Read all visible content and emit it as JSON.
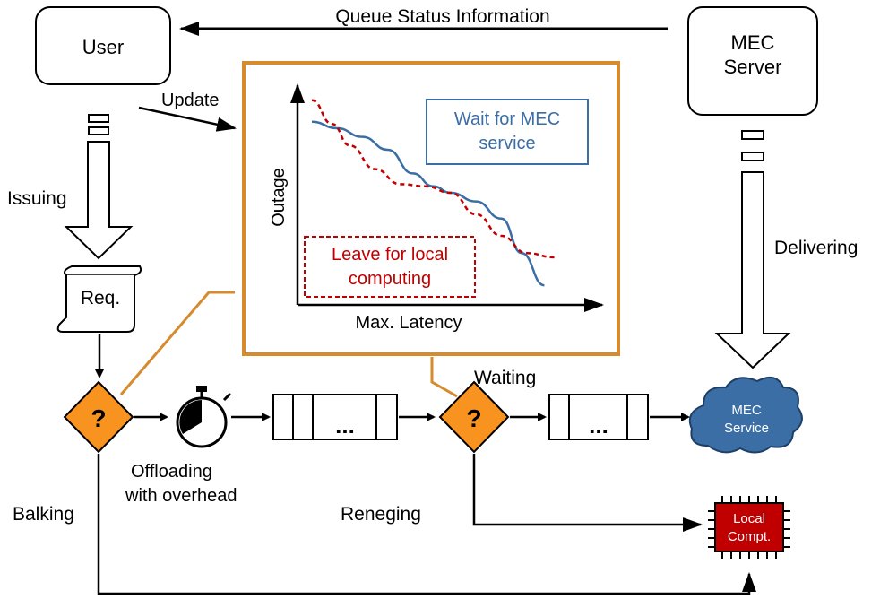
{
  "nodes": {
    "user": "User",
    "mec_server": [
      "MEC",
      "Server"
    ],
    "request": "Req.",
    "decision_mark": "?",
    "mec_service": [
      "MEC",
      "Service"
    ],
    "local_compute": [
      "Local",
      "Compt."
    ],
    "queue_dots": "..."
  },
  "labels": {
    "queue_status": "Queue Status Information",
    "update": "Update",
    "issuing": "Issuing",
    "delivering": "Delivering",
    "offloading": [
      "Offloading",
      "with overhead"
    ],
    "waiting": "Waiting",
    "balking": "Balking",
    "reneging": "Reneging"
  },
  "chart_data": {
    "type": "line",
    "title": "",
    "xlabel": "Max. Latency",
    "ylabel": "Outage",
    "xlim": [
      0,
      1
    ],
    "ylim": [
      0,
      1
    ],
    "grid": false,
    "series": [
      {
        "name": "Wait for MEC service",
        "name_lines": [
          "Wait for MEC",
          "service"
        ],
        "color": "#3a6ea5",
        "style": "solid",
        "x": [
          0.0,
          0.1,
          0.2,
          0.3,
          0.4,
          0.48,
          0.55,
          0.65,
          0.75,
          0.83,
          0.92
        ],
        "y": [
          0.83,
          0.8,
          0.76,
          0.7,
          0.59,
          0.53,
          0.5,
          0.46,
          0.38,
          0.22,
          0.07
        ]
      },
      {
        "name": "Leave for local computing",
        "name_lines": [
          "Leave for local",
          "computing"
        ],
        "color": "#c00000",
        "style": "dashed",
        "x": [
          0.0,
          0.08,
          0.15,
          0.25,
          0.35,
          0.45,
          0.55,
          0.65,
          0.75,
          0.85,
          0.96
        ],
        "y": [
          0.93,
          0.82,
          0.72,
          0.61,
          0.54,
          0.53,
          0.5,
          0.4,
          0.3,
          0.22,
          0.2
        ]
      }
    ]
  },
  "colors": {
    "decision": "#f7931e",
    "callout_border": "#d58b2e",
    "cloud": "#3a6ea5",
    "chip": "#c00000",
    "stroke": "#000000"
  }
}
